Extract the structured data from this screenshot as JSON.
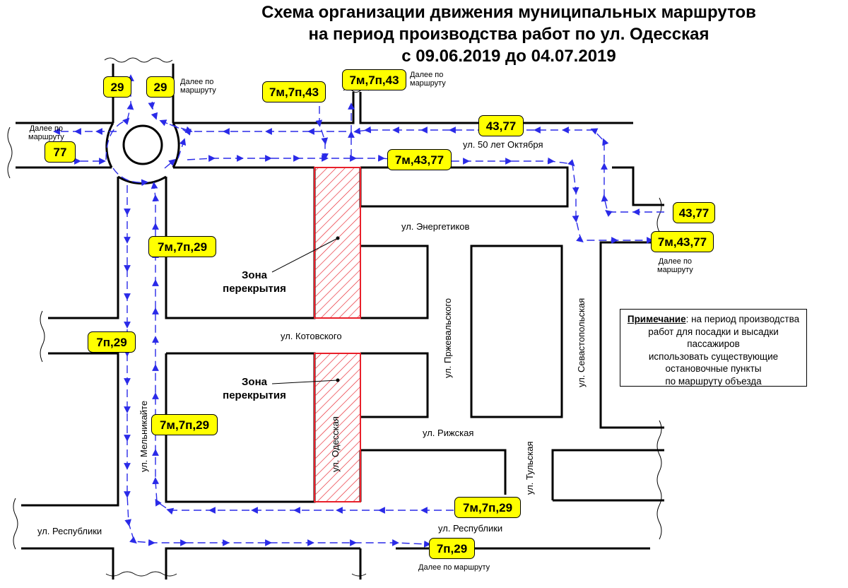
{
  "title": {
    "line1": "Схема организации движения муниципальных маршрутов",
    "line2": "на период производства работ по ул. Одесская",
    "line3": "с 09.06.2019 до 04.07.2019"
  },
  "streets": {
    "oktyabrya": "ул. 50 лет Октября",
    "energetikov": "ул. Энергетиков",
    "kotovskogo": "ул. Котовского",
    "rizhskaya": "ул. Рижская",
    "respubliki_left": "ул. Республики",
    "respubliki_right": "ул. Республики",
    "melnikaite": "ул. Мельникайте",
    "odesskaya": "ул. Одесская",
    "przhevalskogo": "ул. Пржевальского",
    "tulskaya": "ул. Тульская",
    "sevastopolskaya": "ул. Севастопольская"
  },
  "routes": {
    "r29_a": "29",
    "r29_b": "29",
    "r77": "77",
    "r7m7p43_a": "7м,7п,43",
    "r7m7p43_b": "7м,7п,43",
    "r4377_top": "43,77",
    "r7m4377_top": "7м,43,77",
    "r4377_right": "43,77",
    "r7m4377_right": "7м,43,77",
    "r7m7p29_upper": "7м,7п,29",
    "r7p29_left": "7п,29",
    "r7m7p29_lower": "7м,7п,29",
    "r7m7p29_bottom": "7м,7п,29",
    "r7p29_bottom": "7п,29"
  },
  "continue_notes": {
    "further_29_a": "Далее по",
    "further_29_b": "маршруту",
    "further_43_a": "Далее по",
    "further_43_b": "маршруту",
    "further_77_a": "Далее по",
    "further_77_b": "маршруту",
    "further_right_a": "Далее по",
    "further_right_b": "маршруту",
    "further_bottom": "Далее по маршруту"
  },
  "zones": {
    "upper_a": "Зона",
    "upper_b": "перекрытия",
    "lower_a": "Зона",
    "lower_b": "перекрытия"
  },
  "note": {
    "heading": "Примечание",
    "text1": ": на период производства",
    "text2": "работ для посадки и высадки пассажиров",
    "text3": "использовать существующие",
    "text4": "остановочные пункты",
    "text5": "по маршруту объезда"
  },
  "colors": {
    "route_line": "#2a2ae8",
    "badge_fill": "#ffff00",
    "closure_zone": "#e8202a",
    "street_outline": "#000000"
  }
}
